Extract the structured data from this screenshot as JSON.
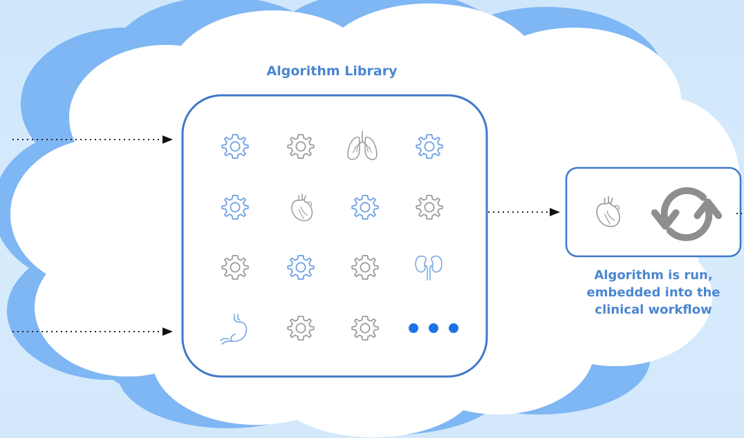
{
  "library": {
    "title": "Algorithm Library",
    "grid": [
      [
        "gear-blue",
        "gear-gray",
        "lungs",
        "gear-blue"
      ],
      [
        "gear-blue",
        "heart",
        "gear-blue",
        "gear-gray"
      ],
      [
        "gear-gray",
        "gear-blue",
        "gear-gray",
        "kidneys"
      ],
      [
        "stomach",
        "gear-gray",
        "gear-gray",
        "more-dots"
      ]
    ]
  },
  "run_step": {
    "icons": [
      "heart",
      "refresh-cycle"
    ],
    "caption_lines": [
      "Algorithm is run,",
      "embedded into the",
      "clinical workflow"
    ]
  },
  "colors": {
    "accent_blue": "#4a86d0",
    "gear_blue": "#6a9ee6",
    "icon_gray": "#9a9a9a",
    "dots_blue": "#1a73e8",
    "cloud_shadow": "#7fb6f4",
    "background": "#d3e8fb"
  }
}
